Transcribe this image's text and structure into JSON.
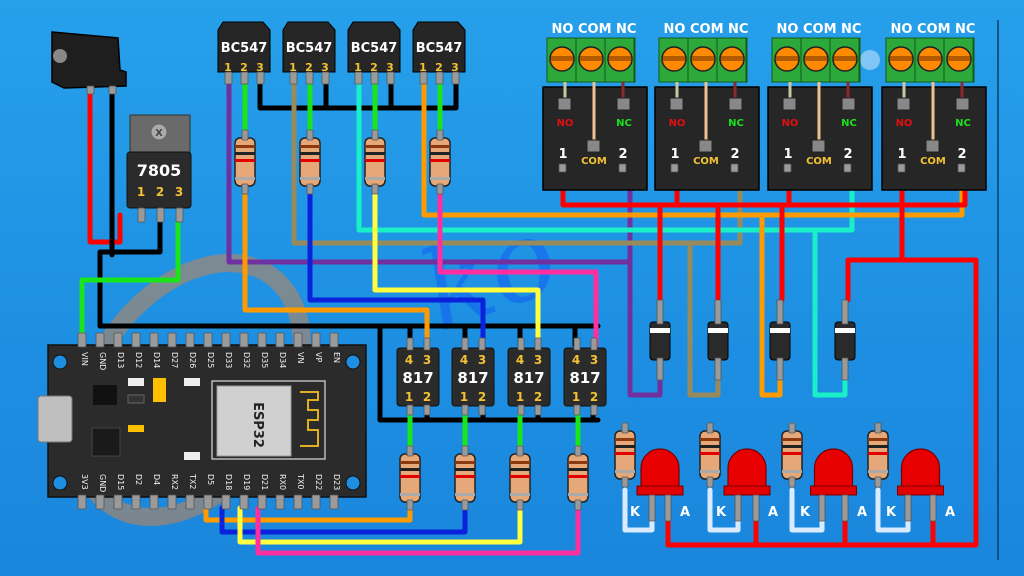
{
  "colors": {
    "background": "#1e8fe0",
    "wire_power": "#ff0000",
    "wire_ground": "#000000",
    "wire_signal_green": "#19e619",
    "wire_purple": "#7030a0",
    "wire_khaki": "#978a5c",
    "wire_cyan": "#19f0c8",
    "wire_orange": "#ff9a00",
    "wire_blue": "#0a22dc",
    "wire_yellow": "#ffff40",
    "wire_pink": "#ff2fa0",
    "wire_led_k": "#d9ecff",
    "terminal_green": "#2da83a",
    "label_gold": "#f2c232"
  },
  "dc_jack": {
    "name": "dc-jack"
  },
  "regulator": {
    "label": "7805",
    "pins": [
      "1",
      "2",
      "3"
    ]
  },
  "transistors": [
    {
      "label": "BC547",
      "pins": [
        "1",
        "2",
        "3"
      ]
    },
    {
      "label": "BC547",
      "pins": [
        "1",
        "2",
        "3"
      ]
    },
    {
      "label": "BC547",
      "pins": [
        "1",
        "2",
        "3"
      ]
    },
    {
      "label": "BC547",
      "pins": [
        "1",
        "2",
        "3"
      ]
    }
  ],
  "relays": [
    {
      "terminal_label": "NO COM NC",
      "no": "NO",
      "nc": "NC",
      "com": "COM",
      "pin1": "1",
      "pin2": "2"
    },
    {
      "terminal_label": "NO COM NC",
      "no": "NO",
      "nc": "NC",
      "com": "COM",
      "pin1": "1",
      "pin2": "2"
    },
    {
      "terminal_label": "NO COM NC",
      "no": "NO",
      "nc": "NC",
      "com": "COM",
      "pin1": "1",
      "pin2": "2"
    },
    {
      "terminal_label": "NO COM NC",
      "no": "NO",
      "nc": "NC",
      "com": "COM",
      "pin1": "1",
      "pin2": "2"
    }
  ],
  "optocouplers": [
    {
      "label": "817",
      "top_pins": [
        "4",
        "3"
      ],
      "bottom_pins": [
        "1",
        "2"
      ]
    },
    {
      "label": "817",
      "top_pins": [
        "4",
        "3"
      ],
      "bottom_pins": [
        "1",
        "2"
      ]
    },
    {
      "label": "817",
      "top_pins": [
        "4",
        "3"
      ],
      "bottom_pins": [
        "1",
        "2"
      ]
    },
    {
      "label": "817",
      "top_pins": [
        "4",
        "3"
      ],
      "bottom_pins": [
        "1",
        "2"
      ]
    }
  ],
  "leds": [
    {
      "k": "K",
      "a": "A"
    },
    {
      "k": "K",
      "a": "A"
    },
    {
      "k": "K",
      "a": "A"
    },
    {
      "k": "K",
      "a": "A"
    }
  ],
  "esp32": {
    "module_label": "ESP32",
    "top_pins": [
      "VIN",
      "GND",
      "D13",
      "D12",
      "D14",
      "D27",
      "D26",
      "D25",
      "D33",
      "D32",
      "D35",
      "D34",
      "VN",
      "VP",
      "EN"
    ],
    "bottom_pins": [
      "3V3",
      "GND",
      "D15",
      "D2",
      "D4",
      "RX2",
      "TX2",
      "D5",
      "D18",
      "D19",
      "D21",
      "RX0",
      "TX0",
      "D22",
      "D23"
    ]
  }
}
